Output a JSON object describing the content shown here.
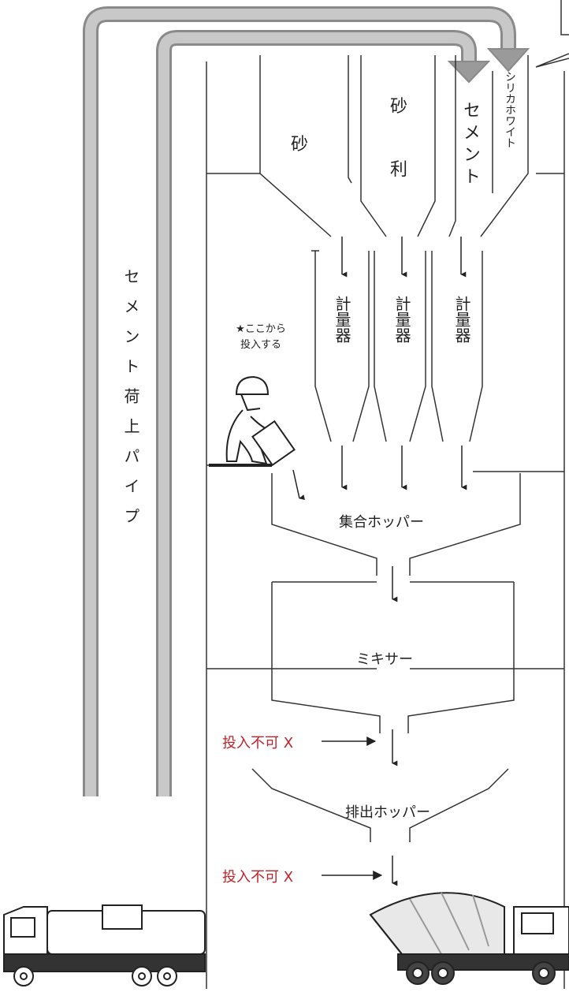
{
  "silos": {
    "sand": "砂",
    "gravel_top": "砂",
    "gravel_bottom": "利",
    "cement": "セメント",
    "silica_white": "シリカホワイト"
  },
  "scales": [
    "計量器",
    "計量器",
    "計量器"
  ],
  "manual_input": {
    "line1": "★ここから",
    "line2": "投入する"
  },
  "pipe_label": "セメント荷上パイプ",
  "collect_hopper": "集合ホッパー",
  "mixer": "ミキサー",
  "discharge_hopper": "排出ホッパー",
  "no_input": [
    "投入不可 X",
    "投入不可 X"
  ],
  "colors": {
    "pipe_fill": "#c8c8c8",
    "pipe_edge": "#8a8a8a",
    "warning_text": "#c0222a",
    "line": "#222222"
  }
}
